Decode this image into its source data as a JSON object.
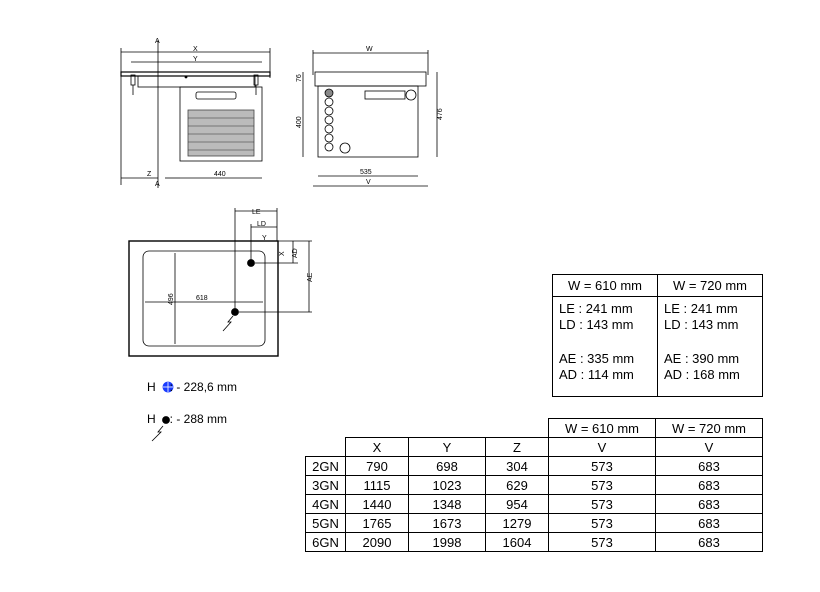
{
  "drawing": {
    "side_view": {
      "section_mark": "A",
      "dim_x": "X",
      "dim_y": "Y",
      "dim_z": "Z",
      "dim_440": "440"
    },
    "front_view": {
      "dim_w": "W",
      "dim_76": "76",
      "dim_400": "400",
      "dim_476": "476",
      "dim_535": "535",
      "dim_v": "V"
    },
    "top_view": {
      "le": "LE",
      "ld": "LD",
      "y": "Y",
      "x": "X",
      "ad": "AD",
      "ae": "AE",
      "dim_496": "496",
      "dim_618": "618"
    }
  },
  "legend": {
    "h1_letter": "H",
    "h1_value": ": - 228,6 mm",
    "h2_letter": "H",
    "h2_value": ": - 288 mm",
    "blue": "#1a3cff"
  },
  "drain_table": {
    "headers": [
      "W = 610 mm",
      "W = 720 mm"
    ],
    "col610": [
      "LE : 241 mm",
      "LD : 143 mm",
      "AE : 335 mm",
      "AD : 114 mm"
    ],
    "col720": [
      "LE : 241 mm",
      "LD : 143 mm",
      "AE :  390 mm",
      "AD :  168 mm"
    ]
  },
  "size_table": {
    "group_headers": [
      "W = 610 mm",
      "W = 720 mm"
    ],
    "columns": [
      "X",
      "Y",
      "Z",
      "V",
      "V"
    ],
    "rows": [
      {
        "label": "2GN",
        "values": [
          "790",
          "698",
          "304",
          "573",
          "683"
        ]
      },
      {
        "label": "3GN",
        "values": [
          "1115",
          "1023",
          "629",
          "573",
          "683"
        ]
      },
      {
        "label": "4GN",
        "values": [
          "1440",
          "1348",
          "954",
          "573",
          "683"
        ]
      },
      {
        "label": "5GN",
        "values": [
          "1765",
          "1673",
          "1279",
          "573",
          "683"
        ]
      },
      {
        "label": "6GN",
        "values": [
          "2090",
          "1998",
          "1604",
          "573",
          "683"
        ]
      }
    ]
  }
}
